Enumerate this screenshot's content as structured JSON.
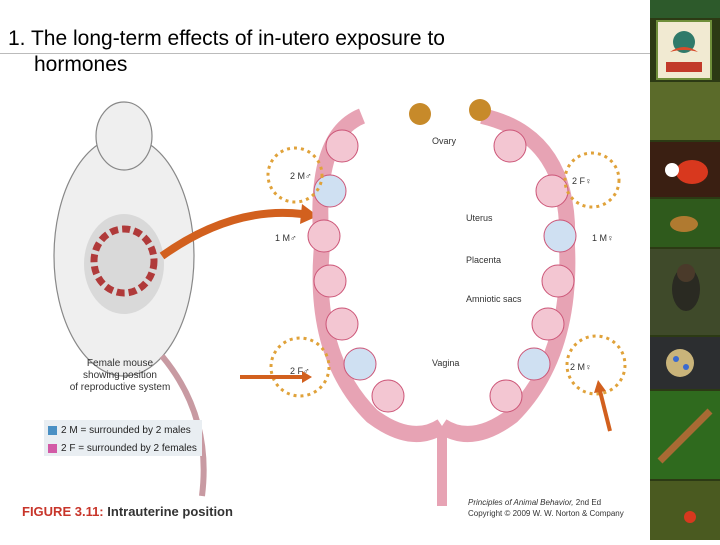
{
  "slide": {
    "title_line1": "1. The long-term effects of in-utero exposure to",
    "title_line2": "hormones"
  },
  "figure": {
    "caption_number": "FIGURE 3.11:",
    "caption_title": "Intrauterine position",
    "credit_book": "Principles of Animal Behavior,",
    "credit_edition": "2nd Ed",
    "credit_copyright": "Copyright © 2009 W. W. Norton & Company",
    "mouse_caption": [
      "Female mouse",
      "showing position",
      "of reproductive system"
    ],
    "anatomy_labels": {
      "ovary": "Ovary",
      "uterus": "Uterus",
      "placenta": "Placenta",
      "amniotic": "Amniotic sacs",
      "vagina": "Vagina"
    },
    "position_labels": {
      "left_2m": "2 M",
      "left_1m": "1 M",
      "left_2f": "2 F",
      "right_2f": "2 F",
      "right_1m": "1 M",
      "right_2m": "2 M"
    },
    "legend": [
      {
        "text": "2 M = surrounded by 2 males",
        "color": "#4a90c4"
      },
      {
        "text": "2 F = surrounded by 2 females",
        "color": "#d25aa6"
      }
    ],
    "sex_symbols": {
      "male": "♂",
      "female": "♀"
    }
  },
  "colors": {
    "accent_orange": "#d2601e",
    "dotted_circle": "#e0a23a",
    "uterus_pink": "#e7a3b4",
    "male_blue": "#4a90c4",
    "female_pink": "#d25aa6"
  },
  "icons": [
    "logo-icon",
    "male-symbol-icon",
    "female-symbol-icon",
    "arrow-icon"
  ]
}
